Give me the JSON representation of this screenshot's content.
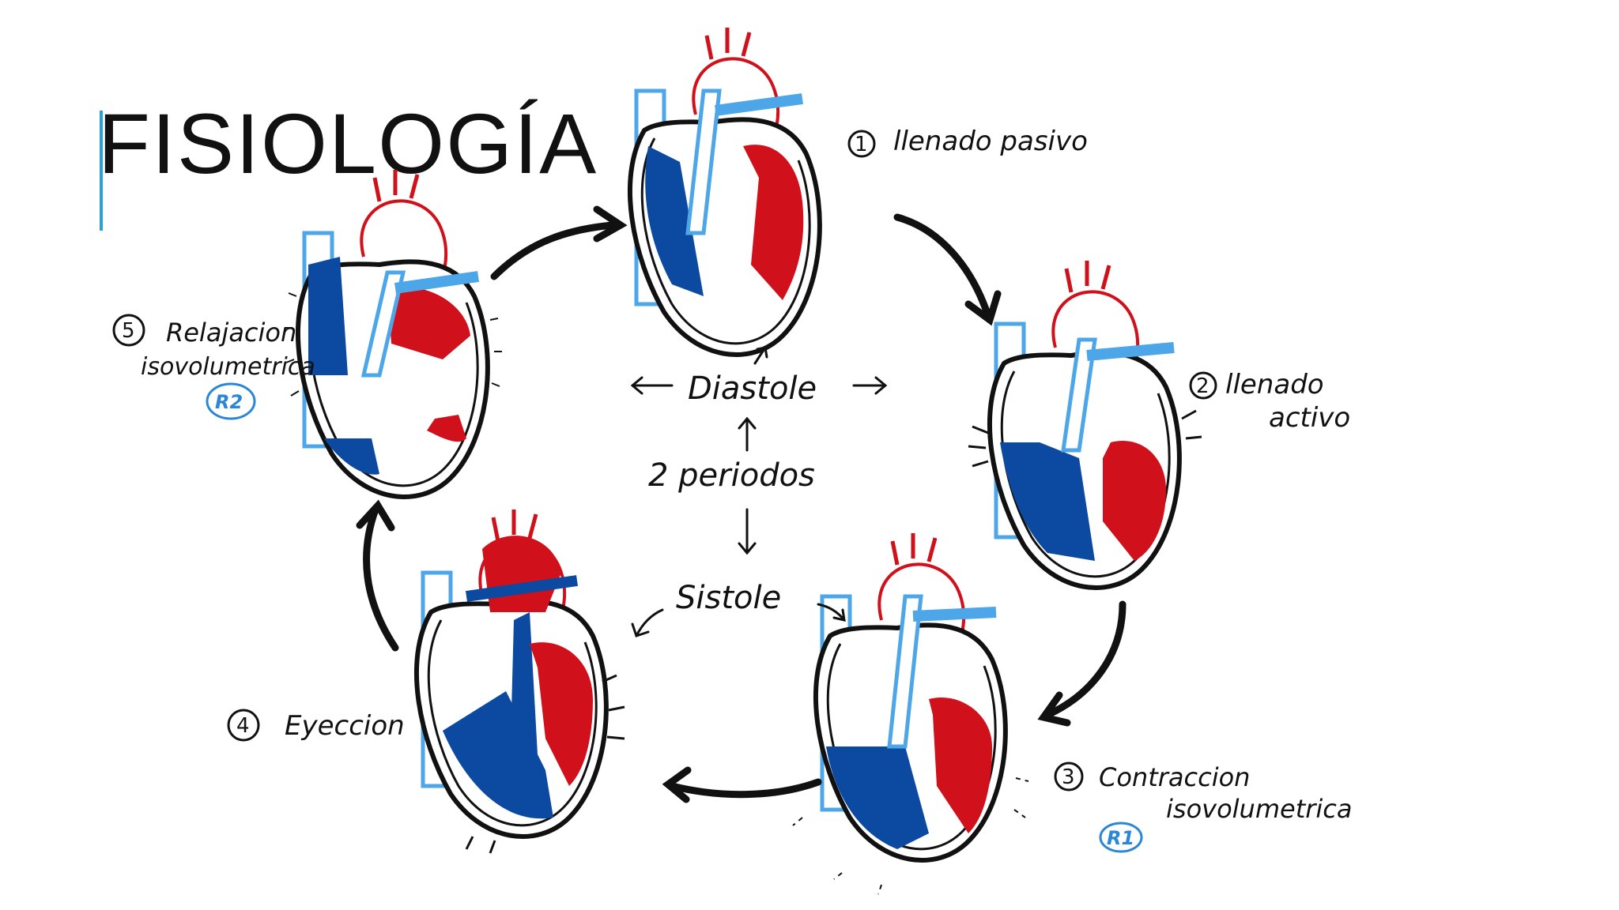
{
  "slide": {
    "title": "FISIOLOGÍA"
  },
  "center": {
    "diastole": "Diastole",
    "periods": "2 periodos",
    "systole": "Sistole"
  },
  "steps": [
    {
      "number": "1",
      "label_line1": "llenado pasivo",
      "label_line2": "",
      "ref": ""
    },
    {
      "number": "2",
      "label_line1": "llenado",
      "label_line2": "activo",
      "ref": ""
    },
    {
      "number": "3",
      "label_line1": "Contraccion",
      "label_line2": "isovolumetrica",
      "ref": "R1"
    },
    {
      "number": "4",
      "label_line1": "Eyeccion",
      "label_line2": "",
      "ref": ""
    },
    {
      "number": "5",
      "label_line1": "Relajacion",
      "label_line2": "isovolumetrica",
      "ref": "R2"
    }
  ],
  "colors": {
    "oxygenated": "#d0101a",
    "deoxygenated": "#0b4aa0",
    "vessel_blue": "#4ca6e8",
    "outline": "#111111",
    "ref_blue": "#2a86d6",
    "accent": "#2e9fd0"
  }
}
